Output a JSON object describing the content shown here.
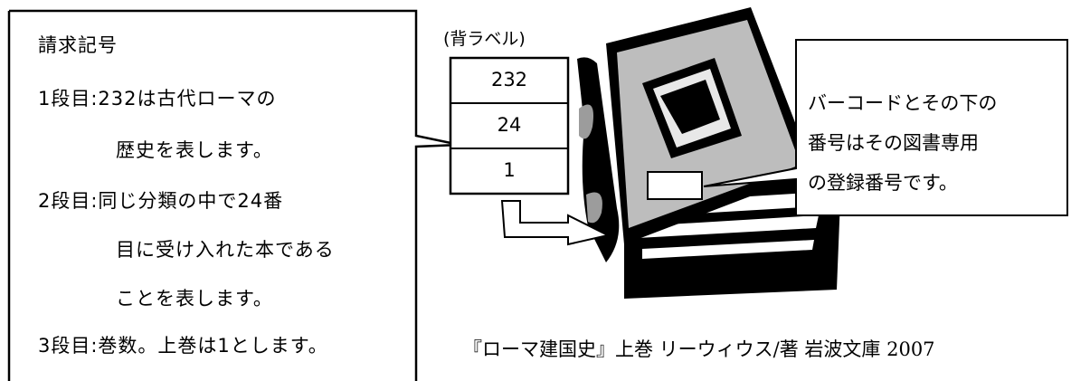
{
  "left_box": {
    "heading": "請求記号",
    "line1": "1段目:232は古代ローマの",
    "line2": "歴史を表します。",
    "line3": "2段目:同じ分類の中で24番",
    "line4": "目に受け入れた本である",
    "line5": "ことを表します。",
    "line6": "3段目:巻数。上巻は1とします。"
  },
  "spine_label": {
    "caption": "(背ラベル)",
    "row1": "232",
    "row2": "24",
    "row3": "1"
  },
  "right_box": {
    "line1": "バーコードとその下の",
    "line2": "番号はその図書専用",
    "line3": "の登録番号です。"
  },
  "citation": "『ローマ建国史』上巻 リーウィウス/著 岩波文庫 2007"
}
